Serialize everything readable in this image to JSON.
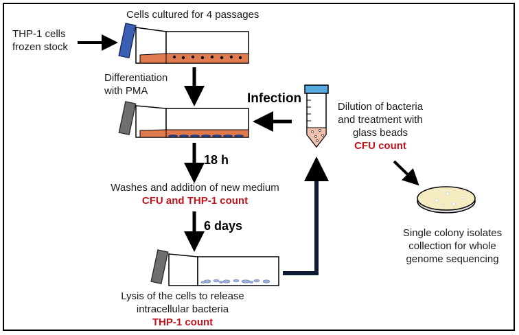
{
  "steps": {
    "thp1_stock": {
      "line1": "THP-1 cells",
      "line2": "frozen stock"
    },
    "cultured": {
      "label": "Cells cultured for 4 passages"
    },
    "differentiation": {
      "line1": "Differentiation",
      "line2": "with PMA"
    },
    "infection": {
      "label": "Infection"
    },
    "dilution": {
      "line1": "Dilution of bacteria",
      "line2": "and treatment with",
      "line3": "glass beads",
      "count": "CFU count"
    },
    "time_18h": {
      "label": "18 h"
    },
    "washes": {
      "label": "Washes and addition of new medium",
      "count": "CFU and THP-1 count"
    },
    "time_6days": {
      "label": "6 days"
    },
    "lysis": {
      "line1": "Lysis of the cells to release",
      "line2": "intracellular bacteria",
      "count": "THP-1 count"
    },
    "colony": {
      "line1": "Single colony isolates",
      "line2": "collection for whole",
      "line3": "genome sequencing"
    }
  },
  "colors": {
    "blue_cap": "#3a5fb5",
    "grey_cap": "#6f6f6f",
    "medium": "#e07b50",
    "count_red": "#c0141c",
    "tube_cap": "#5aa9e0",
    "dish_agar": "#f6ecc2"
  }
}
